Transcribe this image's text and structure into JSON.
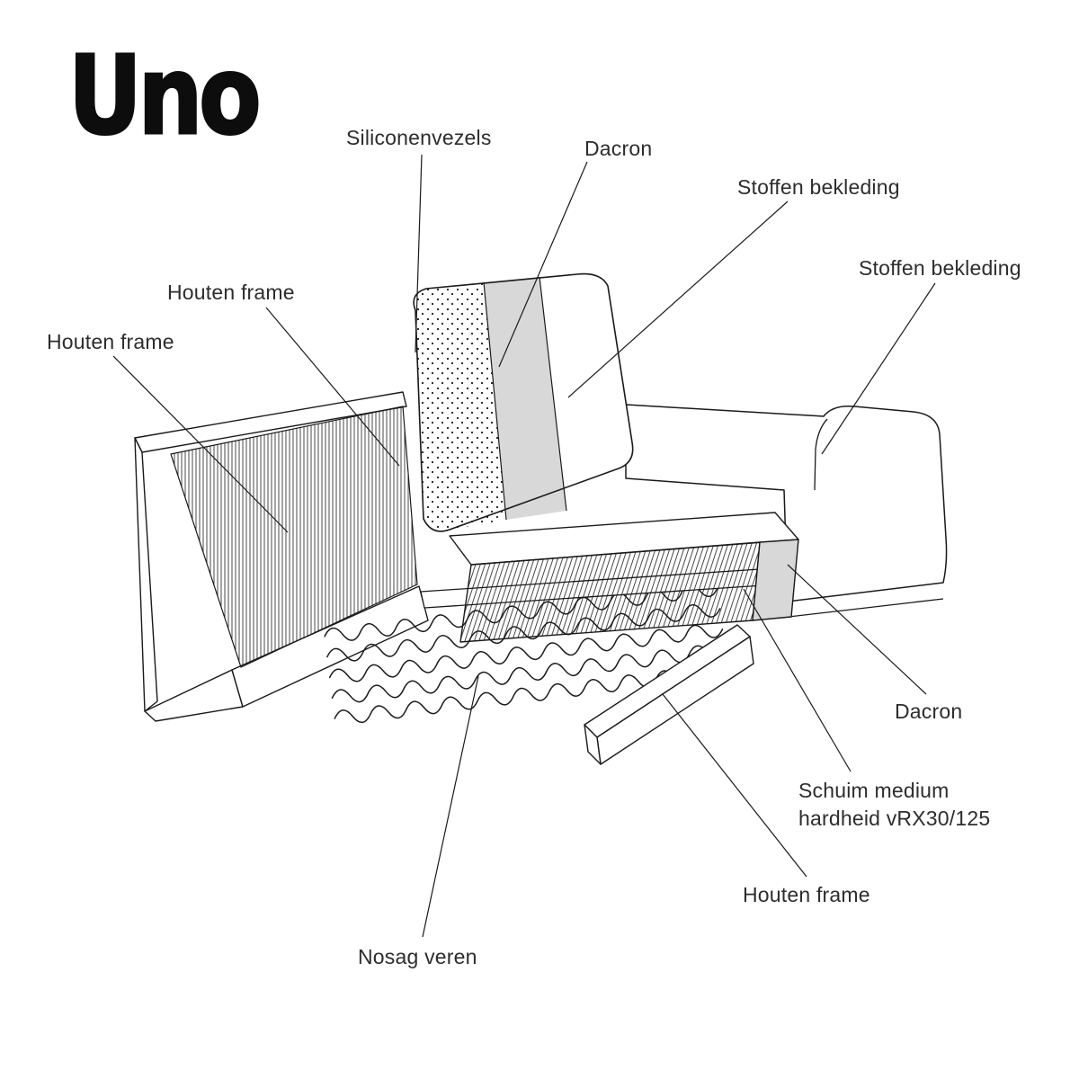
{
  "title": "Uno",
  "labels": {
    "siliconenvezels": "Siliconenvezels",
    "dacron_top": "Dacron",
    "stoffen_bekleding_top": "Stoffen bekleding",
    "stoffen_bekleding_right": "Stoffen bekleding",
    "houten_frame_upper": "Houten frame",
    "houten_frame_left": "Houten frame",
    "dacron_right": "Dacron",
    "schuim_medium": "Schuim medium hardheid vRX30/125",
    "houten_frame_bottom": "Houten frame",
    "nosag_veren": "Nosag veren"
  },
  "colors": {
    "background": "#ffffff",
    "line": "#1a1a1a",
    "dacron_fill": "#d8d8d8",
    "text": "#2d2d2d"
  }
}
